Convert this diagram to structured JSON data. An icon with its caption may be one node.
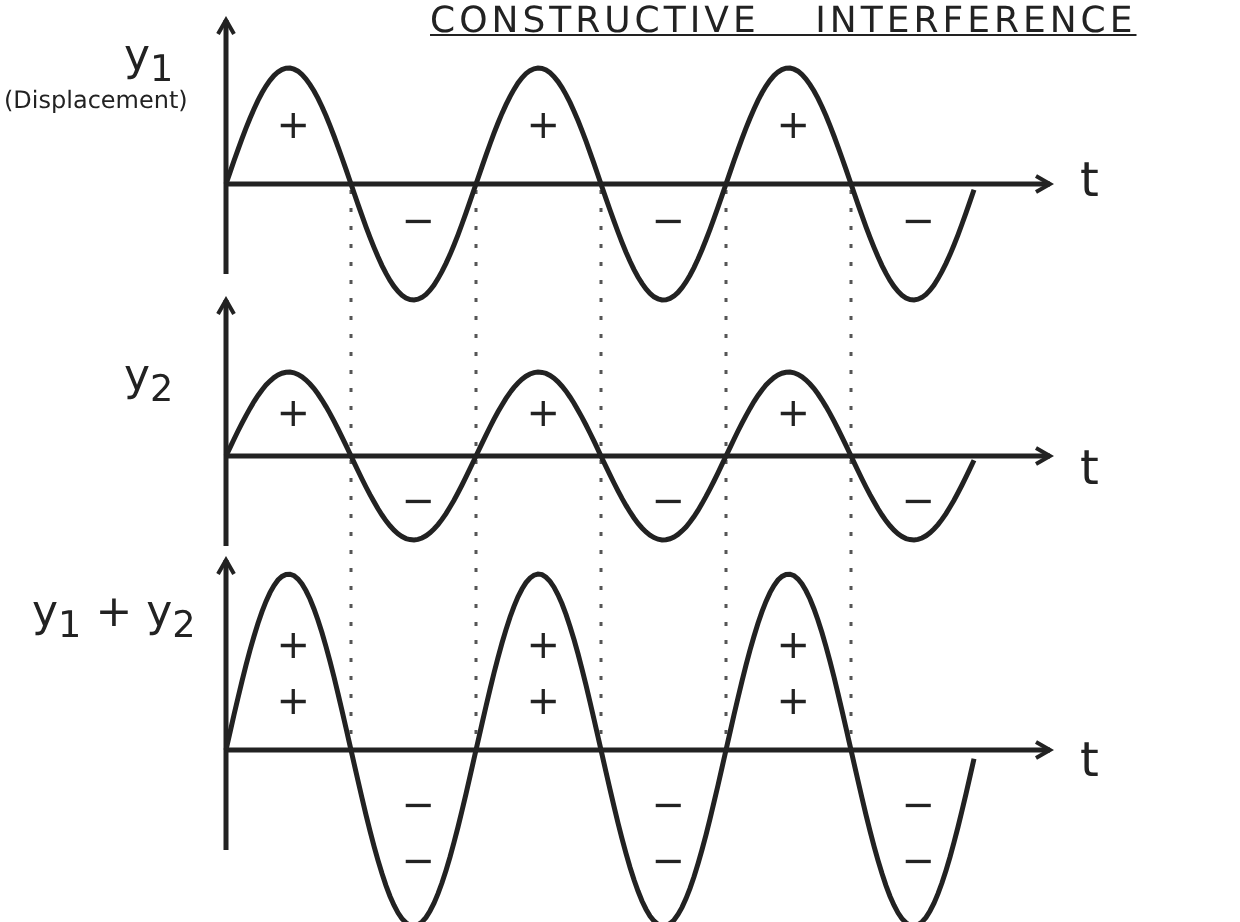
{
  "diagram": {
    "title": "CONSTRUCTIVE INTERFERENCE",
    "labels": [
      "y$_{1}$",
      "(Displacement)",
      "+",
      "+",
      "+",
      "t",
      "−",
      "−",
      "−",
      "y$_{2}$",
      "+",
      "+",
      "+",
      "−",
      "−",
      "−",
      "t",
      "y$_{1}$ + y$_{2}$",
      "+",
      "+",
      "+",
      "+",
      "+",
      "+",
      "−",
      "−",
      "−",
      "−",
      "−",
      "−",
      "t"
    ]
  }
}
